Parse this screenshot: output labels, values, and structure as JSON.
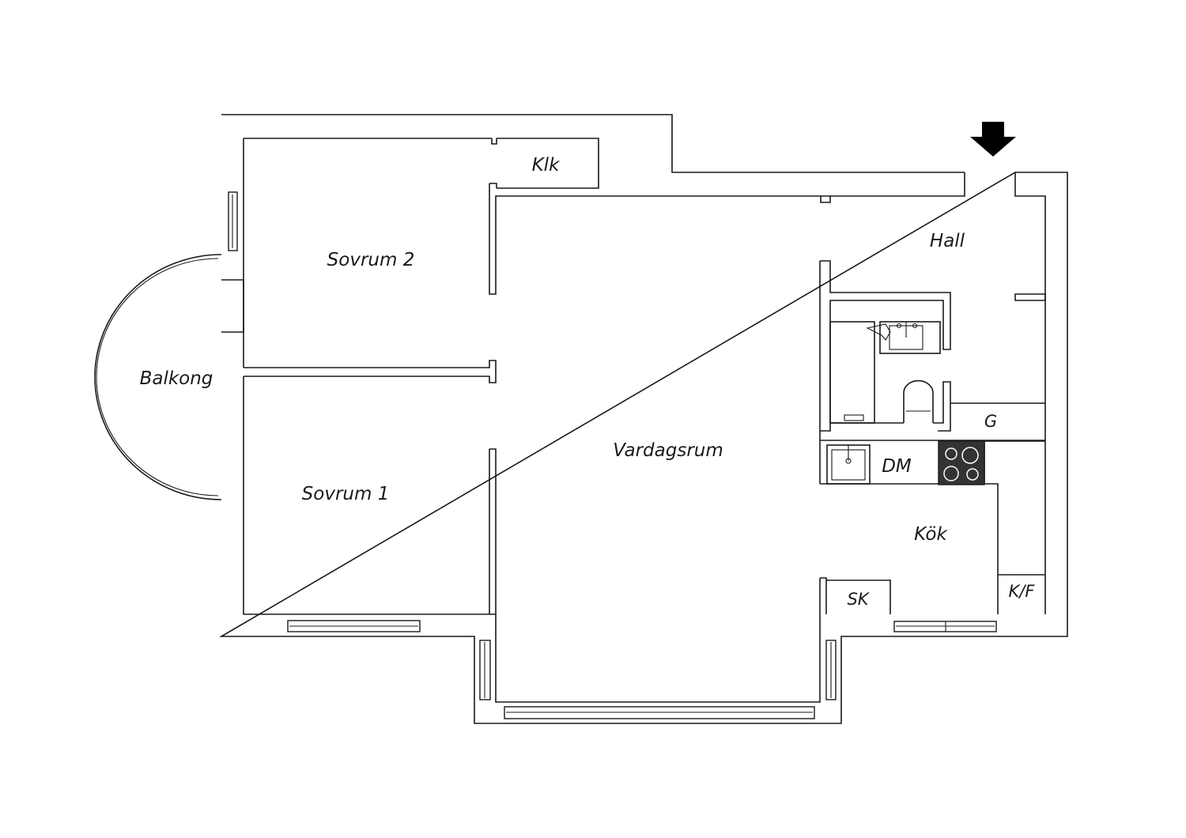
{
  "plan": {
    "rooms": {
      "sovrum2": "Sovrum 2",
      "klk": "Klk",
      "hall": "Hall",
      "balkong": "Balkong",
      "g": "G",
      "vardagsrum": "Vardagsrum",
      "dm": "DM",
      "sovrum1": "Sovrum 1",
      "kok": "Kök",
      "sk": "SK",
      "kf": "K/F"
    }
  },
  "colors": {
    "line": "#1a1a1a",
    "background": "#ffffff",
    "stove": "#333333"
  },
  "icons": {
    "entrance": "down-arrow-icon"
  }
}
